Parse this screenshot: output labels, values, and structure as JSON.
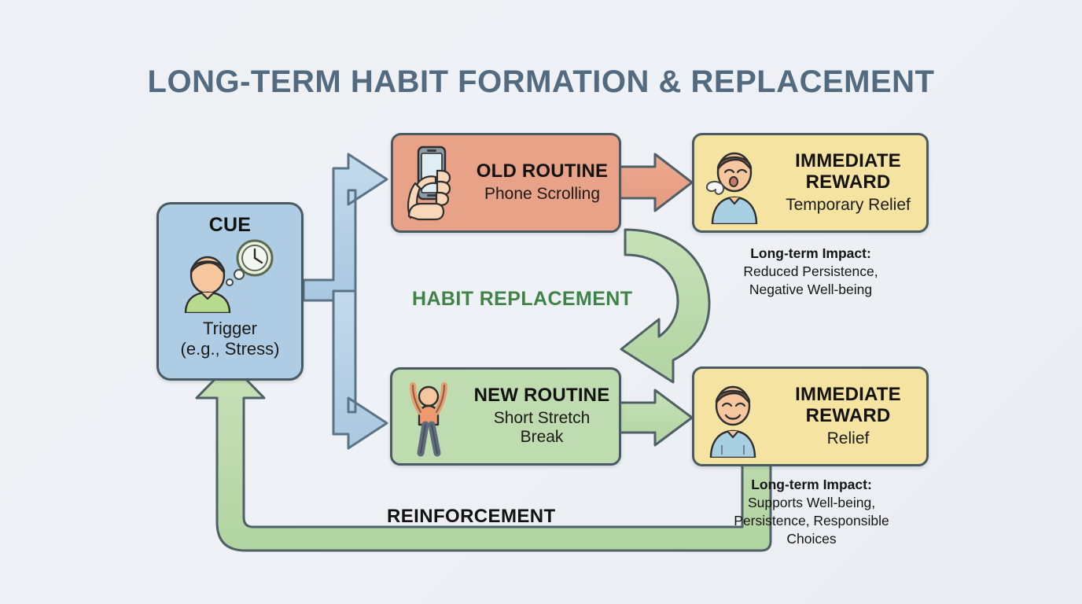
{
  "page": {
    "title": "LONG-TERM HABIT FORMATION & REPLACEMENT",
    "background_color": "#eef1f5"
  },
  "colors": {
    "title_text": "#536b80",
    "cue_fill": "#aecde5",
    "old_routine_fill": "#e8a287",
    "new_routine_fill": "#bedcaf",
    "reward_fill": "#f4e3a1",
    "node_stroke": "#4a5a63",
    "blue_arrow_fill": "#b5d0e6",
    "orange_arrow_fill": "#e8a287",
    "green_arrow_fill": "#bedcaf",
    "habit_replacement_text": "#3f8348",
    "reinforcement_text": "#121212"
  },
  "nodes": {
    "cue": {
      "heading": "CUE",
      "subtitle_line1": "Trigger",
      "subtitle_line2": "(e.g., Stress)",
      "icon": "person-thinking-clock-icon"
    },
    "old_routine": {
      "heading": "OLD ROUTINE",
      "subtitle": "Phone Scrolling",
      "icon": "hand-holding-phone-icon"
    },
    "new_routine": {
      "heading": "NEW ROUTINE",
      "subtitle_line1": "Short Stretch",
      "subtitle_line2": "Break",
      "icon": "person-stretching-icon"
    },
    "reward_old": {
      "heading_line1": "IMMEDIATE",
      "heading_line2": "REWARD",
      "subtitle": "Temporary Relief",
      "icon": "person-sighing-icon"
    },
    "reward_new": {
      "heading_line1": "IMMEDIATE",
      "heading_line2": "REWARD",
      "subtitle": "Relief",
      "icon": "person-smiling-icon"
    }
  },
  "impacts": {
    "old": {
      "heading": "Long-term Impact:",
      "line1": "Reduced Persistence,",
      "line2": "Negative Well-being"
    },
    "new": {
      "heading": "Long-term Impact:",
      "line1": "Supports Well-being,",
      "line2": "Persistence, Responsible",
      "line3": "Choices"
    }
  },
  "flow_labels": {
    "habit_replacement": "HABIT REPLACEMENT",
    "reinforcement": "REINFORCEMENT"
  },
  "connectors": [
    {
      "name": "cue-to-old-routine",
      "style": "blue-branch-arrow"
    },
    {
      "name": "cue-to-new-routine",
      "style": "blue-branch-arrow"
    },
    {
      "name": "old-routine-to-reward",
      "style": "orange-arrow"
    },
    {
      "name": "new-routine-to-reward",
      "style": "green-arrow"
    },
    {
      "name": "habit-replacement-curve",
      "style": "green-curved-arrow"
    },
    {
      "name": "reinforcement-loop",
      "style": "green-loop-arrow"
    }
  ]
}
